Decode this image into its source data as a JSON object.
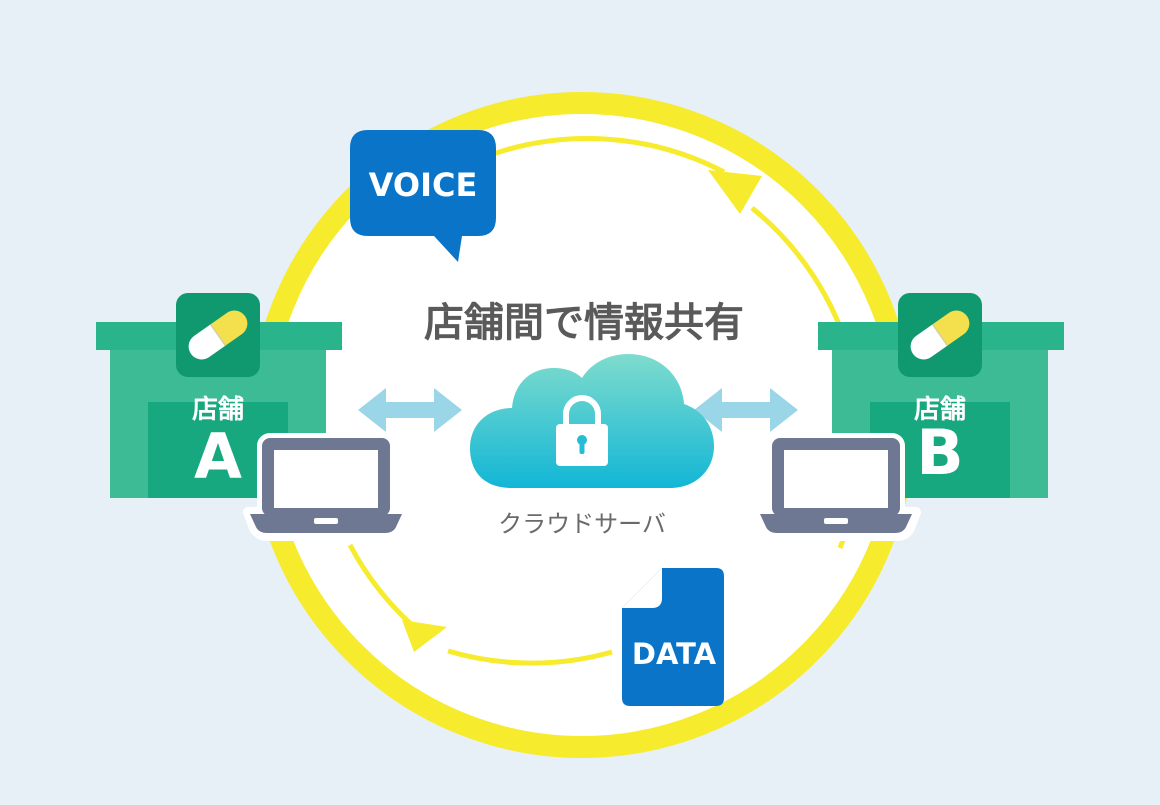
{
  "diagram": {
    "title": "店舗間で情報共有",
    "center": {
      "caption": "クラウドサーバ",
      "icon": "cloud-lock-icon"
    },
    "store_a": {
      "label": "店舗",
      "letter": "A",
      "icon": "capsule-icon"
    },
    "store_b": {
      "label": "店舗",
      "letter": "B",
      "icon": "capsule-icon"
    },
    "voice_badge": {
      "label": "VOICE",
      "icon": "speech-bubble-icon"
    },
    "data_doc": {
      "label": "DATA",
      "icon": "document-icon"
    },
    "devices": [
      "laptop-icon",
      "laptop-icon"
    ]
  },
  "colors": {
    "background": "#e7f0f6",
    "ring": "#f6eb2c",
    "store_light": "#3dbb94",
    "store_dark": "#17a97f",
    "store_badge": "#10986e",
    "blue": "#0a75c8",
    "arrow": "#9ad6e8",
    "cloud_top": "#7fdccd",
    "cloud_bottom": "#12b6d6"
  }
}
